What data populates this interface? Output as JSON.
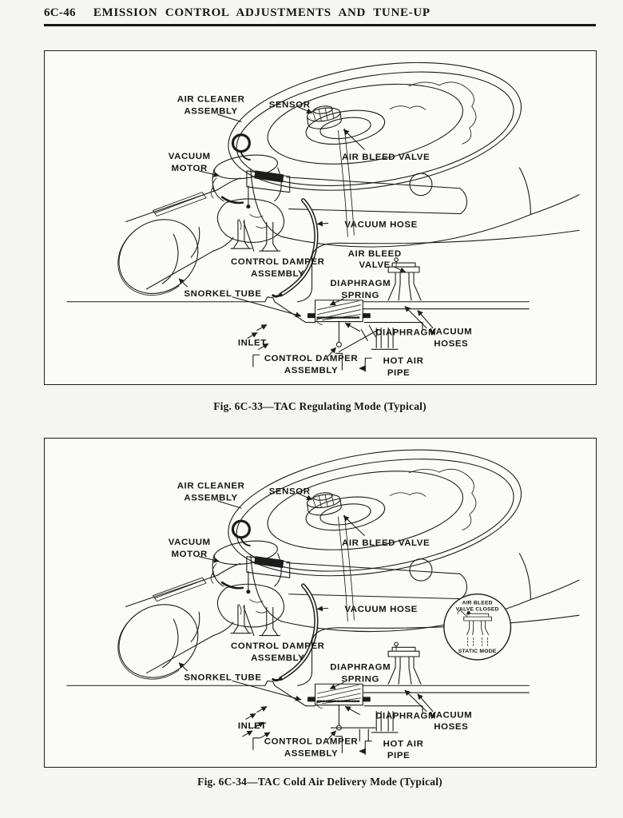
{
  "page": {
    "number": "6C-46",
    "title": "EMISSION CONTROL ADJUSTMENTS AND TUNE-UP"
  },
  "figures": [
    {
      "caption": "Fig. 6C-33—TAC Regulating Mode (Typical)",
      "labels": {
        "air_cleaner_assembly": [
          "AIR CLEANER",
          "ASSEMBLY"
        ],
        "sensor": "SENSOR",
        "vacuum_motor": [
          "VACUUM",
          "MOTOR"
        ],
        "air_bleed_valve": "AIR BLEED VALVE",
        "vacuum_hose": "VACUUM HOSE",
        "control_damper_assembly": [
          "CONTROL DAMPER",
          "ASSEMBLY"
        ],
        "air_bleed_valve_detail": [
          "AIR BLEED",
          "VALVE"
        ],
        "diaphragm_spring": [
          "DIAPHRAGM",
          "SPRING"
        ],
        "snorkel_tube": "SNORKEL TUBE",
        "diaphragm": "DIAPHRAGM",
        "vacuum_hoses": [
          "VACUUM",
          "HOSES"
        ],
        "inlet": "INLET",
        "control_damper_assembly_lower": [
          "CONTROL DAMPER",
          "ASSEMBLY"
        ],
        "hot_air_pipe": [
          "HOT AIR",
          "PIPE"
        ]
      }
    },
    {
      "caption": "Fig. 6C-34—TAC Cold Air Delivery Mode (Typical)",
      "labels": {
        "air_cleaner_assembly": [
          "AIR CLEANER",
          "ASSEMBLY"
        ],
        "sensor": "SENSOR",
        "vacuum_motor": [
          "VACUUM",
          "MOTOR"
        ],
        "air_bleed_valve": "AIR BLEED VALVE",
        "vacuum_hose": "VACUUM HOSE",
        "control_damper_assembly": [
          "CONTROL DAMPER",
          "ASSEMBLY"
        ],
        "diaphragm_spring": [
          "DIAPHRAGM",
          "SPRING"
        ],
        "snorkel_tube": "SNORKEL TUBE",
        "diaphragm": "DIAPHRAGM",
        "vacuum_hoses": [
          "VACUUM",
          "HOSES"
        ],
        "inlet": "INLET",
        "control_damper_assembly_lower": [
          "CONTROL DAMPER",
          "ASSEMBLY"
        ],
        "hot_air_pipe": [
          "HOT AIR",
          "PIPE"
        ],
        "inset": {
          "title": [
            "AIR BLEED",
            "VALVE CLOSED"
          ],
          "mode": "STATIC MODE"
        }
      }
    }
  ]
}
